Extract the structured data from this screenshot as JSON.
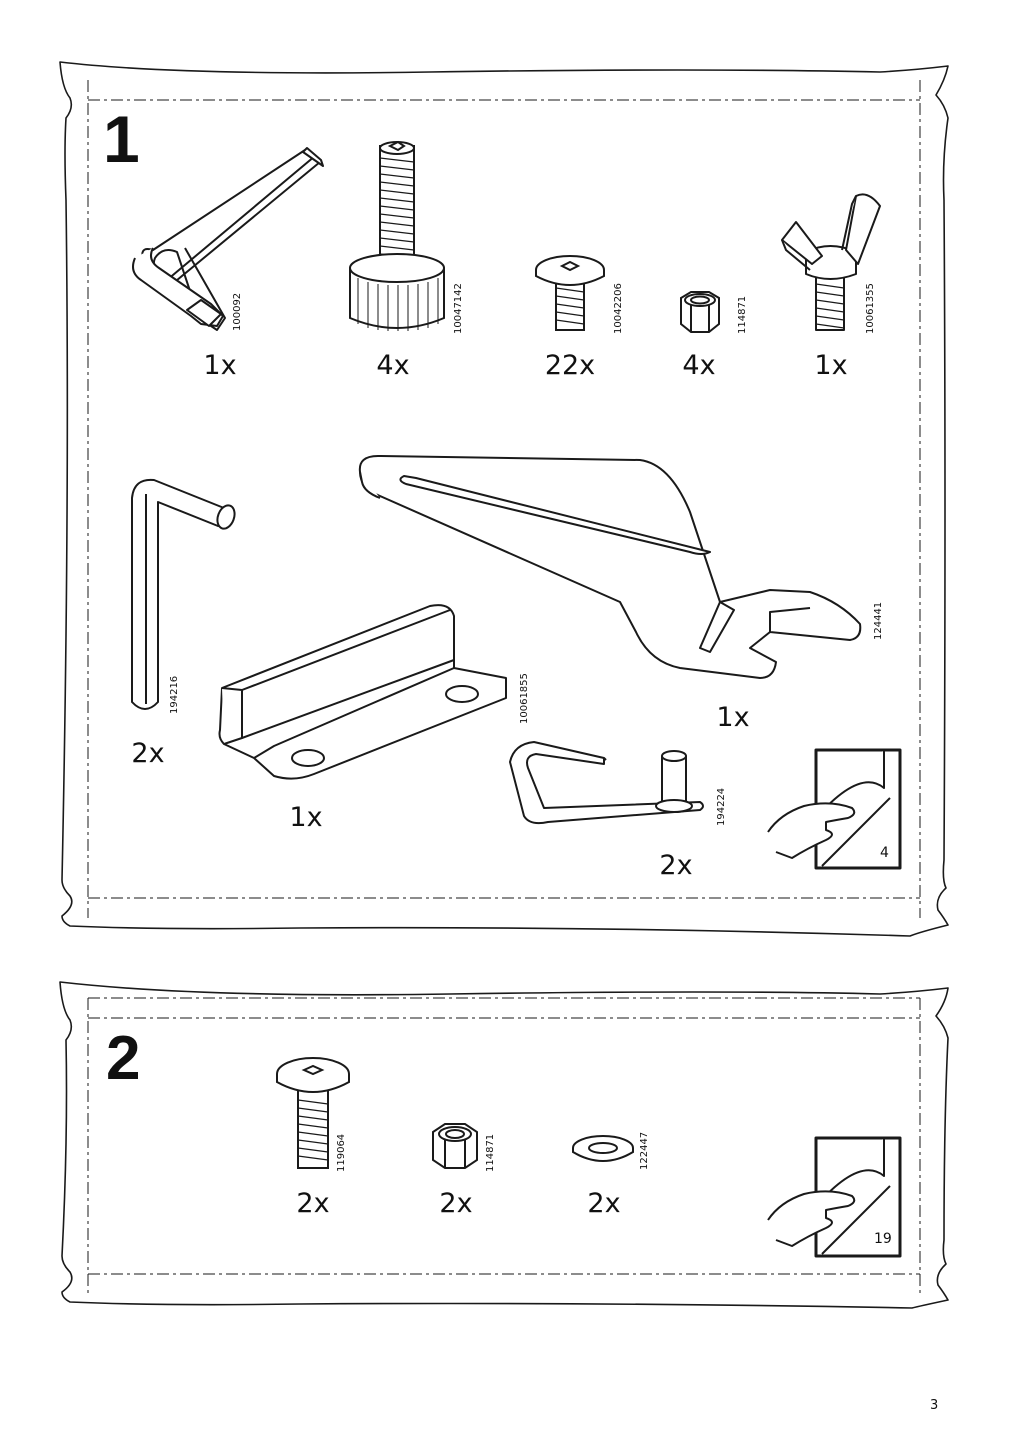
{
  "page_number": "3",
  "steps": [
    {
      "number": "1",
      "parts": [
        {
          "name": "hex-key-large",
          "qty": "1x",
          "code": "100092"
        },
        {
          "name": "adjustable-foot",
          "qty": "4x",
          "code": "10047142"
        },
        {
          "name": "hex-screw-short",
          "qty": "22x",
          "code": "10042206"
        },
        {
          "name": "nut",
          "qty": "4x",
          "code": "114871"
        },
        {
          "name": "wing-bolt",
          "qty": "1x",
          "code": "10061355"
        },
        {
          "name": "hex-key-small",
          "qty": "2x",
          "code": "194216"
        },
        {
          "name": "bracket",
          "qty": "1x",
          "code": "10061855"
        },
        {
          "name": "wrench",
          "qty": "1x",
          "code": "124441"
        },
        {
          "name": "hinge-pin",
          "qty": "2x",
          "code": "194224"
        }
      ],
      "see_page": "4"
    },
    {
      "number": "2",
      "parts": [
        {
          "name": "hex-screw-long",
          "qty": "2x",
          "code": "119064"
        },
        {
          "name": "nut",
          "qty": "2x",
          "code": "114871"
        },
        {
          "name": "washer",
          "qty": "2x",
          "code": "122447"
        }
      ],
      "see_page": "19"
    }
  ]
}
